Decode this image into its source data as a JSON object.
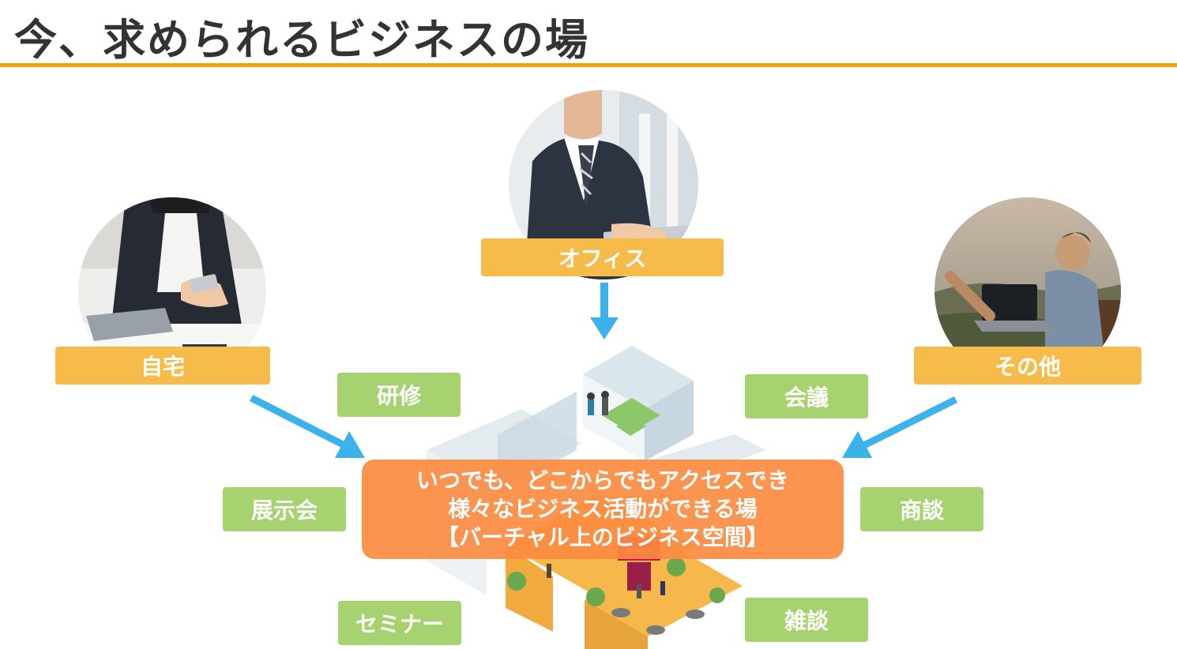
{
  "title": "今、求められるビジネスの場",
  "colors": {
    "accent_rule": "#f0a30a",
    "location_label": "#f6bb48",
    "activity_tag": "#a6d26f",
    "center_box": "#fb8b40",
    "arrow": "#3bb3ea"
  },
  "locations": {
    "home": "自宅",
    "office": "オフィス",
    "other": "その他"
  },
  "activities": {
    "training": "研修",
    "meeting": "会議",
    "exhibition": "展示会",
    "negotiation": "商談",
    "seminar": "セミナー",
    "chat": "雑談"
  },
  "center": {
    "line1": "いつでも、どこからでもアクセスでき",
    "line2": "様々なビジネス活動ができる場",
    "line3": "【バーチャル上のビジネス空間】"
  },
  "illustration": {
    "sign": "information"
  }
}
